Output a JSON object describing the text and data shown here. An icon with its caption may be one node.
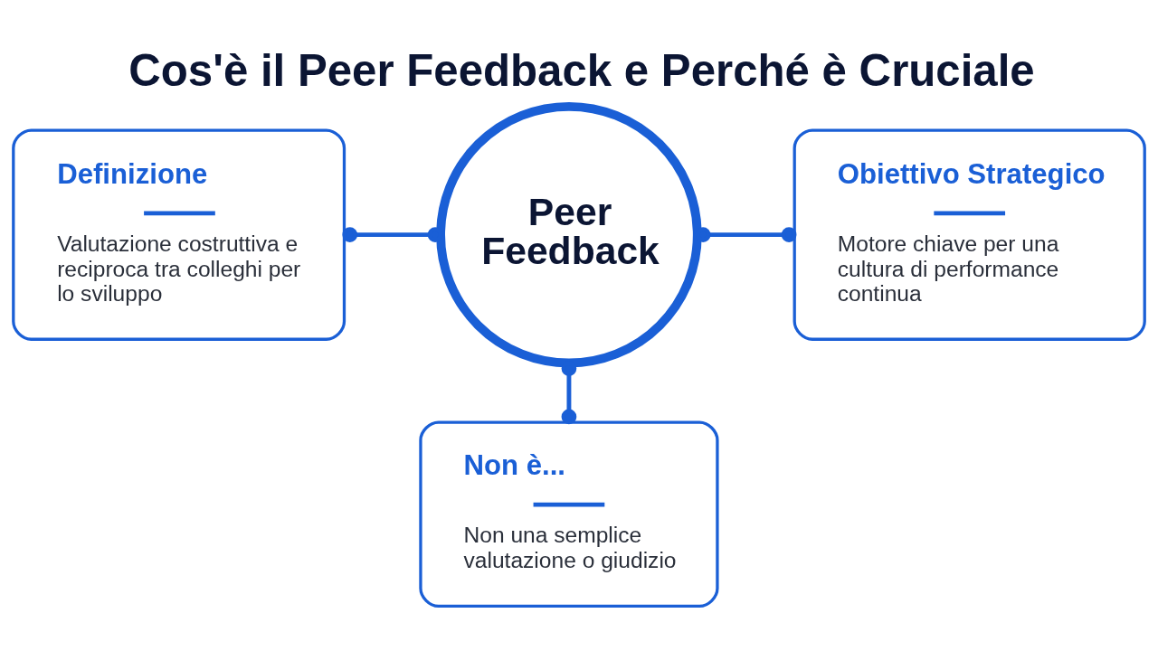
{
  "diagram": {
    "title": "Cos'è il Peer Feedback e Perché è Cruciale",
    "nodes": [
      {
        "text": [
          "Definizione",
          "Valutazione costruttiva e reciproca tra colleghi per lo sviluppo"
        ]
      },
      {
        "text": [
          "Peer Feedback"
        ]
      },
      {
        "text": [
          "Obiettivo Strategico",
          "Motore chiave per una cultura di performance continua"
        ]
      },
      {
        "text": [
          "Non è...",
          "Non una semplice valutazione o giudizio"
        ]
      }
    ],
    "edges": [
      {
        "from": 0,
        "to": 1,
        "arrow": "other"
      },
      {
        "from": 1,
        "to": 2,
        "arrow": "other"
      },
      {
        "from": 1,
        "to": 3,
        "arrow": "other"
      }
    ]
  }
}
